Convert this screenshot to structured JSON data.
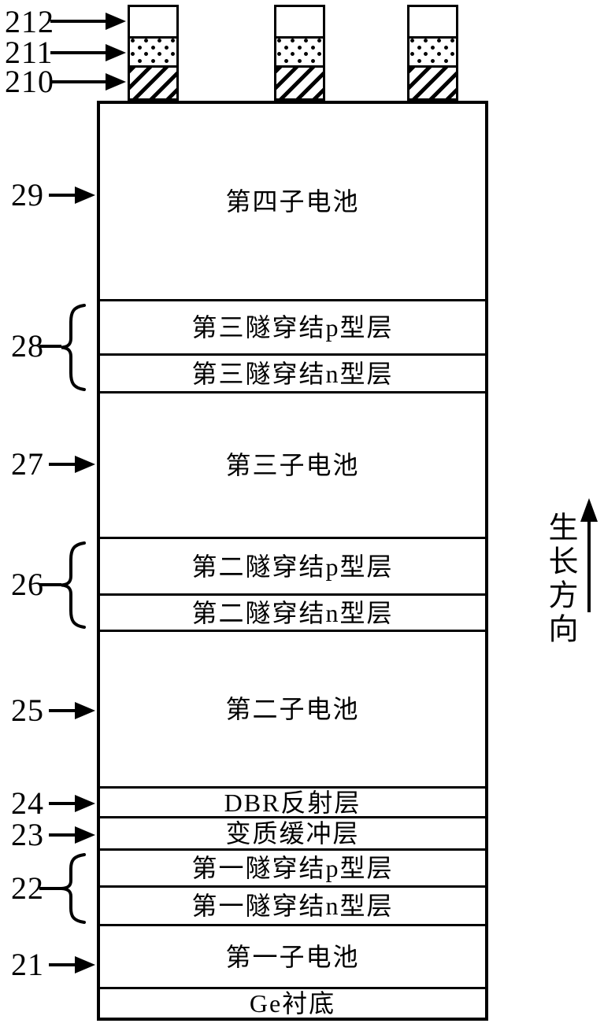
{
  "figure": {
    "type": "patent-layer-diagram",
    "ink_color": "#000000",
    "paper_color": "#ffffff"
  },
  "contact_stacks": {
    "count": 3,
    "sublayers": [
      {
        "callout": "212",
        "pattern": "plain"
      },
      {
        "callout": "211",
        "pattern": "dots"
      },
      {
        "callout": "210",
        "pattern": "diagonal-hatch"
      }
    ]
  },
  "layers": [
    {
      "label": "第四子电池"
    },
    {
      "label": "第三隧穿结p型层"
    },
    {
      "label": "第三隧穿结n型层"
    },
    {
      "label": "第三子电池"
    },
    {
      "label": "第二隧穿结p型层"
    },
    {
      "label": "第二隧穿结n型层"
    },
    {
      "label": "第二子电池"
    },
    {
      "label": "DBR反射层"
    },
    {
      "label": "变质缓冲层"
    },
    {
      "label": "第一隧穿结p型层"
    },
    {
      "label": "第一隧穿结n型层"
    },
    {
      "label": "第一子电池"
    },
    {
      "label": "Ge衬底"
    }
  ],
  "callouts": [
    {
      "label": "212",
      "connector": "arrow"
    },
    {
      "label": "211",
      "connector": "arrow"
    },
    {
      "label": "210",
      "connector": "arrow"
    },
    {
      "label": "29",
      "connector": "arrow"
    },
    {
      "label": "28",
      "connector": "brace"
    },
    {
      "label": "27",
      "connector": "arrow"
    },
    {
      "label": "26",
      "connector": "brace"
    },
    {
      "label": "25",
      "connector": "arrow"
    },
    {
      "label": "24",
      "connector": "arrow"
    },
    {
      "label": "23",
      "connector": "arrow"
    },
    {
      "label": "22",
      "connector": "brace"
    },
    {
      "label": "21",
      "connector": "arrow"
    }
  ],
  "growth": {
    "label": "生长方向"
  }
}
